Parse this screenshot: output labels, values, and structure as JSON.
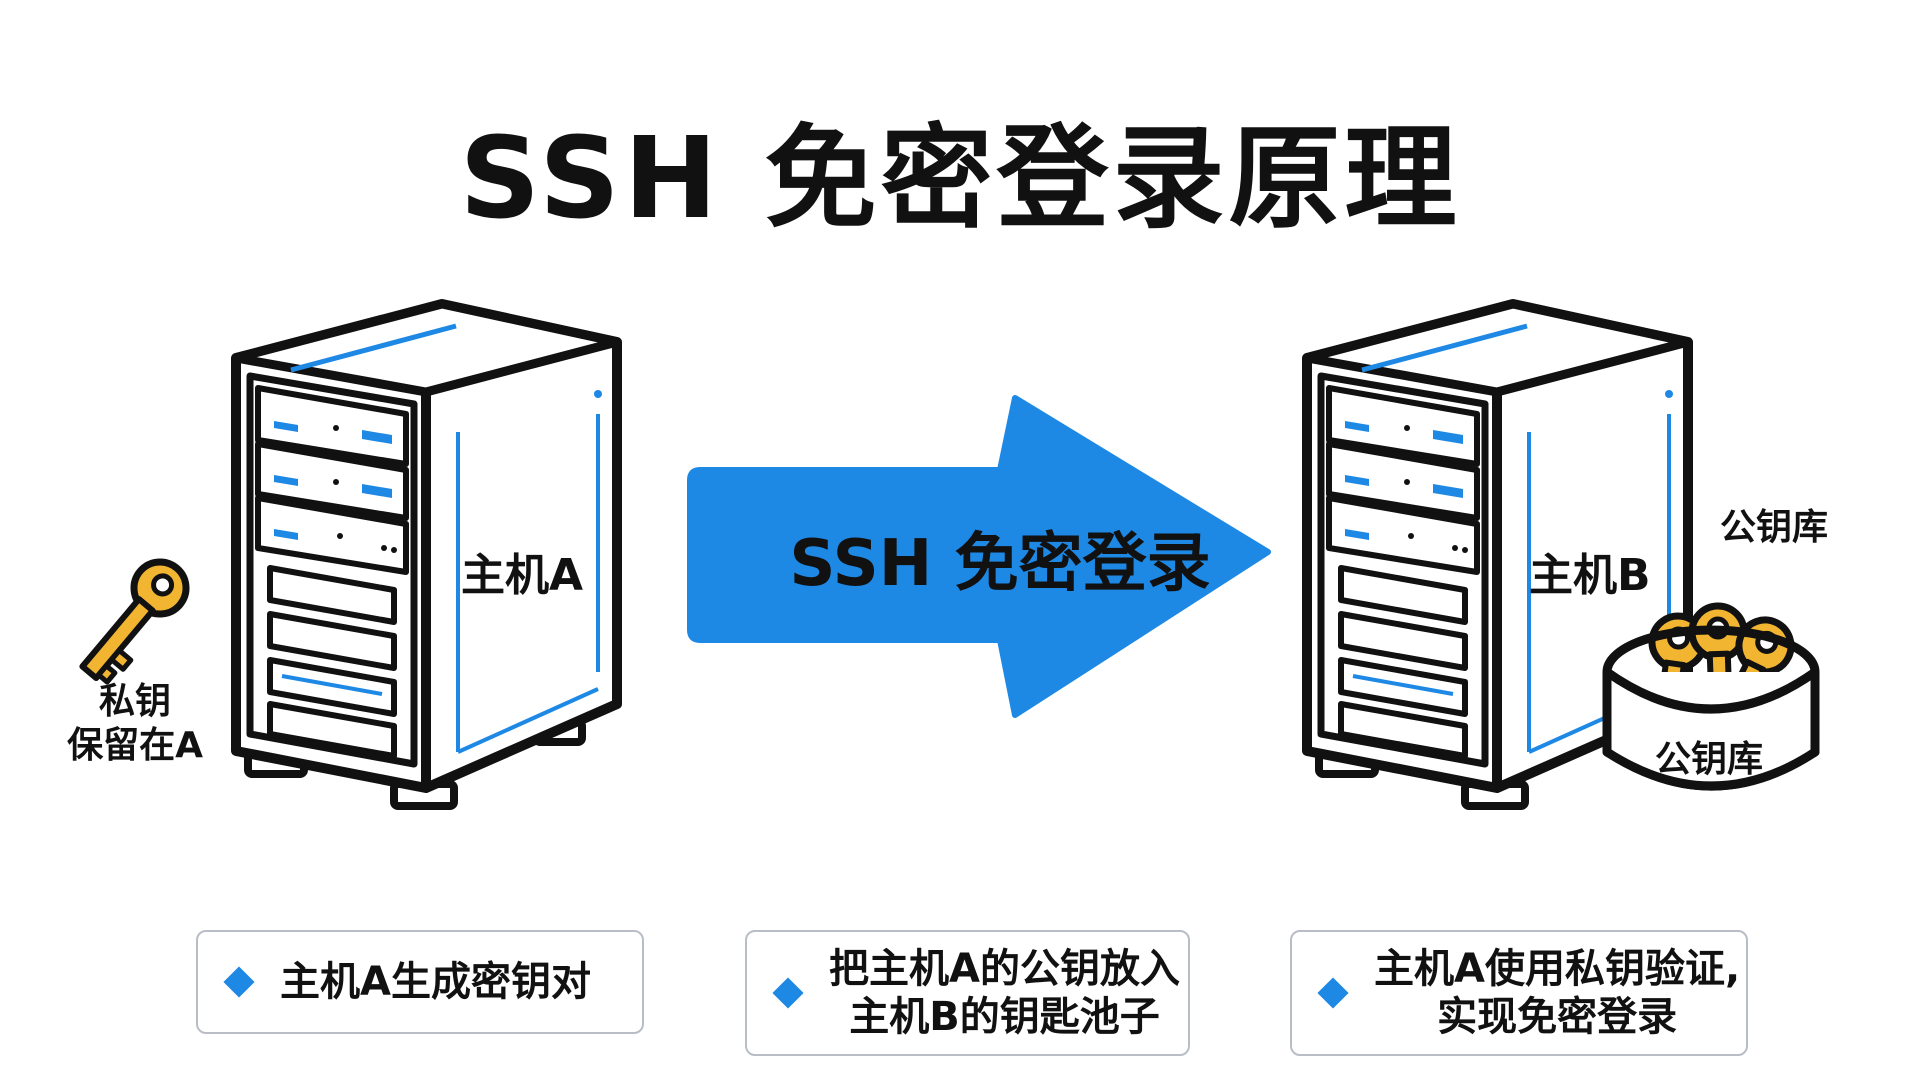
{
  "title": "SSH 免密登录原理",
  "server_a": {
    "label": "主机A"
  },
  "server_b": {
    "label": "主机B"
  },
  "private_key_note": {
    "line1": "私钥",
    "line2": "保留在A"
  },
  "arrow": {
    "label": "SSH 免密登录"
  },
  "keystore": {
    "outer_label": "公钥库",
    "bowl_label": "公钥库"
  },
  "steps": [
    {
      "lines": [
        "主机A生成密钥对"
      ]
    },
    {
      "lines": [
        "把主机A的公钥放入",
        "主机B的钥匙池子"
      ]
    },
    {
      "lines": [
        "主机A使用私钥验证,",
        "实现免密登录"
      ]
    }
  ],
  "colors": {
    "accent_blue": "#1e88e5",
    "key_gold": "#f2b531",
    "outline": "#111111",
    "card_border": "#b9bec6"
  },
  "icons": [
    "server-icon",
    "key-icon",
    "arrow-icon",
    "key-bowl-icon",
    "diamond-bullet-icon"
  ]
}
